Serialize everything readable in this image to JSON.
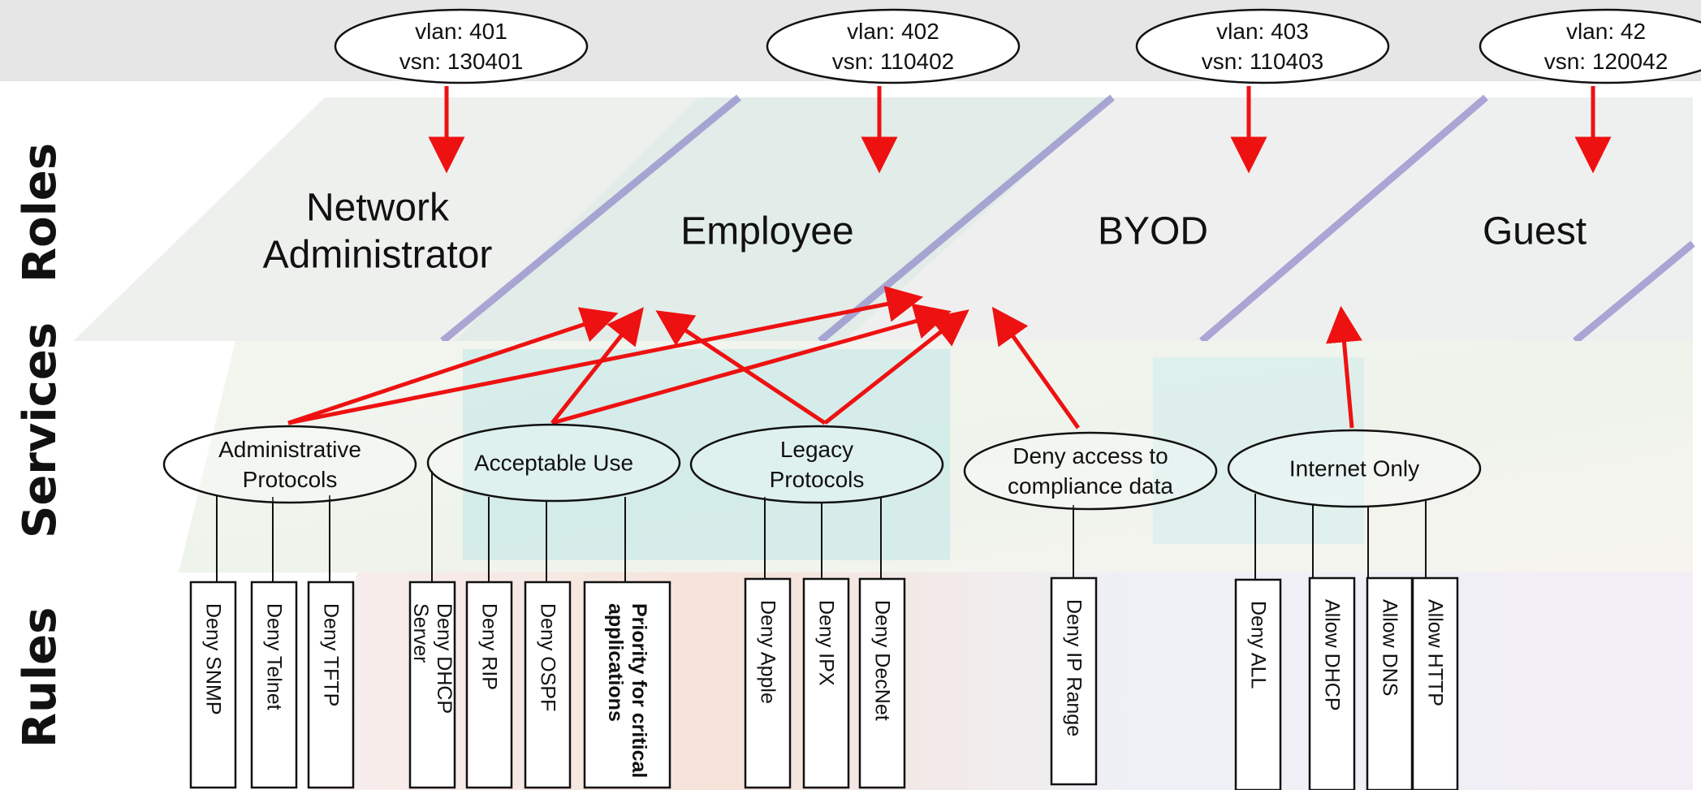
{
  "row_labels": {
    "roles": "Roles",
    "services": "Services",
    "rules": "Rules"
  },
  "vlans": [
    {
      "line1": "vlan: 401",
      "line2": "vsn: 130401"
    },
    {
      "line1": "vlan: 402",
      "line2": "vsn: 110402"
    },
    {
      "line1": "vlan: 403",
      "line2": "vsn: 110403"
    },
    {
      "line1": "vlan: 42",
      "line2": "vsn: 120042"
    }
  ],
  "roles": [
    {
      "lines": [
        "Network",
        "Administrator"
      ]
    },
    {
      "lines": [
        "Employee"
      ]
    },
    {
      "lines": [
        "BYOD"
      ]
    },
    {
      "lines": [
        "Guest"
      ]
    }
  ],
  "services": [
    {
      "lines": [
        "Administrative",
        "Protocols"
      ]
    },
    {
      "lines": [
        "Acceptable Use"
      ]
    },
    {
      "lines": [
        "Legacy",
        "Protocols"
      ]
    },
    {
      "lines": [
        "Deny access to",
        "compliance data"
      ]
    },
    {
      "lines": [
        "Internet Only"
      ]
    }
  ],
  "rules": [
    {
      "lines": [
        "Deny  SNMP"
      ]
    },
    {
      "lines": [
        "Deny  Telnet"
      ]
    },
    {
      "lines": [
        "Deny TFTP"
      ]
    },
    {
      "lines": [
        "Deny  DHCP",
        "Server"
      ]
    },
    {
      "lines": [
        "Deny  RIP"
      ]
    },
    {
      "lines": [
        "Deny  OSPF"
      ]
    },
    {
      "lines": [
        "Priority for critical",
        "applications"
      ]
    },
    {
      "lines": [
        "Deny  Apple"
      ]
    },
    {
      "lines": [
        "Deny  IPX"
      ]
    },
    {
      "lines": [
        "Deny  DecNet"
      ]
    },
    {
      "lines": [
        "Deny  IP Range"
      ]
    },
    {
      "lines": [
        "Deny  ALL"
      ]
    },
    {
      "lines": [
        "Allow  DHCP"
      ]
    },
    {
      "lines": [
        "Allow  DNS"
      ]
    },
    {
      "lines": [
        "Allow  HTTP"
      ]
    }
  ],
  "colors": {
    "arrow": "#ee1111",
    "top_band": "#e6e6e6",
    "divider": "#8e86c9",
    "stroke": "#111111"
  }
}
